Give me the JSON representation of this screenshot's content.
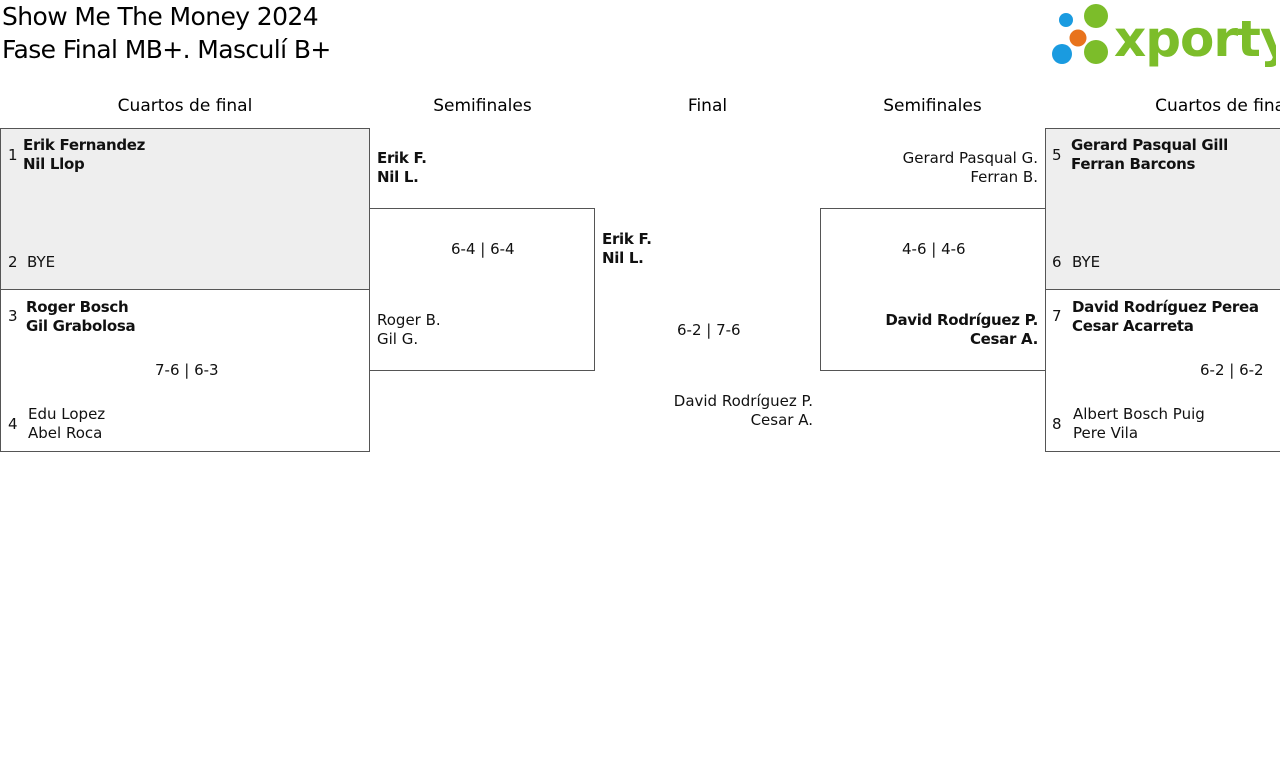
{
  "header": {
    "title_line1": "Show Me The Money 2024",
    "title_line2": "Fase Final MB+. Masculí B+",
    "logo_text": "xporty"
  },
  "columns": {
    "qf_left": "Cuartos de final",
    "sf_left": "Semifinales",
    "final": "Final",
    "sf_right": "Semifinales",
    "qf_right": "Cuartos de final"
  },
  "quarterfinals": [
    {
      "seed_a": "1",
      "player_a1": "Erik Fernandez",
      "player_a2": "Nil Llop",
      "seed_b": "2",
      "player_b1": "BYE"
    },
    {
      "seed_a": "3",
      "player_a1": "Roger Bosch",
      "player_a2": "Gil Grabolosa",
      "score": "7-6 | 6-3",
      "seed_b": "4",
      "player_b1": "Edu Lopez",
      "player_b2": "Abel Roca"
    },
    {
      "seed_a": "5",
      "player_a1": "Gerard Pasqual Gill",
      "player_a2": "Ferran Barcons",
      "seed_b": "6",
      "player_b1": "BYE"
    },
    {
      "seed_a": "7",
      "player_a1": "David Rodríguez Perea",
      "player_a2": "Cesar Acarreta",
      "score": "6-2 | 6-2",
      "seed_b": "8",
      "player_b1": "Albert Bosch Puig",
      "player_b2": "Pere Vila"
    }
  ],
  "semifinals": [
    {
      "team_a1": "Erik F.",
      "team_a2": "Nil L.",
      "score": "6-4 | 6-4",
      "team_b1": "Roger B.",
      "team_b2": "Gil G."
    },
    {
      "team_a1": "Gerard Pasqual G.",
      "team_a2": "Ferran B.",
      "score": "4-6 | 4-6",
      "team_b1": "David Rodríguez P.",
      "team_b2": "Cesar A."
    }
  ],
  "final": {
    "team_a1": "Erik F.",
    "team_a2": "Nil L.",
    "score": "6-2 | 7-6",
    "team_b1": "David Rodríguez P.",
    "team_b2": "Cesar A."
  },
  "colors": {
    "logo_green": "#7cbd2a",
    "logo_blue": "#1a9be0",
    "logo_orange": "#e8731c",
    "box_grey": "#eeeeee",
    "border": "#555555"
  }
}
